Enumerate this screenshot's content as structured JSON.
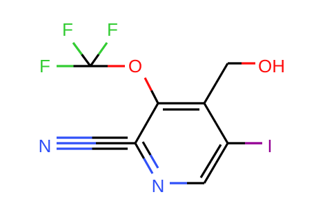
{
  "molecule": {
    "atoms": {
      "f_top_left": "F",
      "f_top_right": "F",
      "f_left": "F",
      "o_ether": "O",
      "oh_group": "OH",
      "n_nitrile": "N",
      "iodine": "I",
      "n_ring": "N"
    }
  },
  "colors": {
    "carbon": "#000000",
    "fluorine": "#33cc33",
    "oxygen": "#ff0d0d",
    "nitrogen": "#3050f8",
    "iodine": "#940094",
    "background": "#ffffff"
  }
}
